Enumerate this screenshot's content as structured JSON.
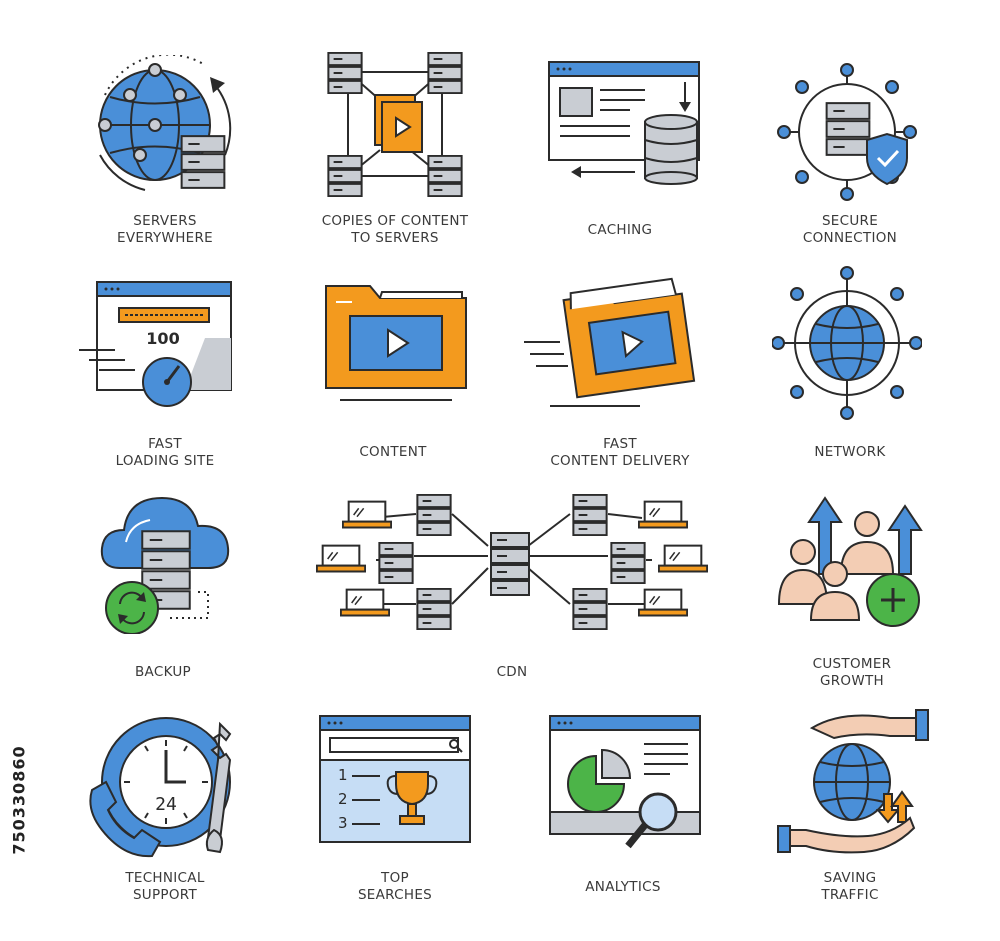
{
  "colors": {
    "blue": "#4a8fd8",
    "orange": "#f39a1e",
    "green": "#4cb448",
    "gray": "#c9cdd3",
    "outline": "#2b2b2b",
    "skin": "#f3cdb4"
  },
  "icons": [
    {
      "id": "servers-everywhere",
      "icon": "globe-server-icon",
      "label": "SERVERS\nEVERYWHERE"
    },
    {
      "id": "copies-of-content",
      "icon": "content-copy-servers-icon",
      "label": "COPIES OF CONTENT\nTO SERVERS"
    },
    {
      "id": "caching",
      "icon": "caching-icon",
      "label": "CACHING"
    },
    {
      "id": "secure-connection",
      "icon": "secure-connection-icon",
      "label": "SECURE\nCONNECTION"
    },
    {
      "id": "fast-loading-site",
      "icon": "fast-loading-icon",
      "label": "FAST\nLOADING SITE",
      "speed_value": "100"
    },
    {
      "id": "content",
      "icon": "video-folder-icon",
      "label": "CONTENT"
    },
    {
      "id": "fast-content-delivery",
      "icon": "fast-delivery-folder-icon",
      "label": "FAST\nCONTENT DELIVERY"
    },
    {
      "id": "network",
      "icon": "network-globe-icon",
      "label": "NETWORK"
    },
    {
      "id": "backup",
      "icon": "cloud-backup-icon",
      "label": "BACKUP"
    },
    {
      "id": "cdn",
      "icon": "cdn-network-icon",
      "label": "CDN"
    },
    {
      "id": "customer-growth",
      "icon": "customer-growth-icon",
      "label": "CUSTOMER\nGROWTH"
    },
    {
      "id": "technical-support",
      "icon": "support-clock-icon",
      "label": "TECHNICAL\nSUPPORT",
      "clock_text": "24"
    },
    {
      "id": "top-searches",
      "icon": "top-searches-icon",
      "label": "TOP\nSEARCHES",
      "ranks": [
        "1",
        "2",
        "3"
      ]
    },
    {
      "id": "analytics",
      "icon": "analytics-icon",
      "label": "ANALYTICS"
    },
    {
      "id": "saving-traffic",
      "icon": "saving-traffic-icon",
      "label": "SAVING\nTRAFFIC"
    }
  ],
  "stock_id": "750330860"
}
